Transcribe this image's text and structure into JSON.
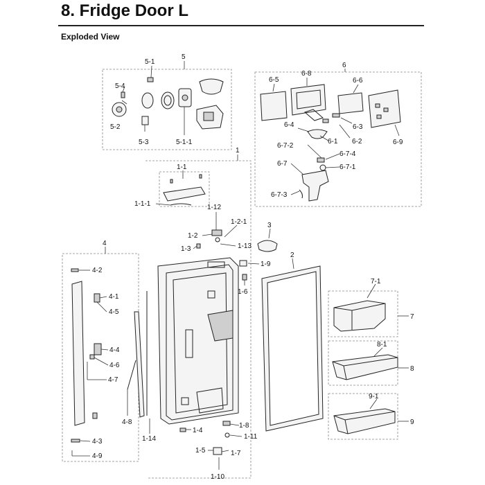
{
  "page": {
    "title": "8.  Fridge Door L",
    "subtitle": "Exploded View"
  },
  "labels": {
    "g5": "5",
    "g5_1": "5-1",
    "g5_4": "5-4",
    "g5_2": "5-2",
    "g5_3": "5-3",
    "g5_1_1": "5-1-1",
    "g6": "6",
    "g6_8": "6-8",
    "g6_5": "6-5",
    "g6_6": "6-6",
    "g6_3": "6-3",
    "g6_2": "6-2",
    "g6_9": "6-9",
    "g6_4": "6-4",
    "g6_1": "6-1",
    "g6_7_2": "6-7-2",
    "g6_7_4": "6-7-4",
    "g6_7": "6-7",
    "g6_7_1": "6-7-1",
    "g6_7_3": "6-7-3",
    "g1": "1",
    "g1_1": "1-1",
    "g1_1_1": "1-1-1",
    "g1_12": "1-12",
    "g1_2_1": "1-2-1",
    "g1_2": "1-2",
    "g1_3": "1-3",
    "g1_13": "1-13",
    "g3": "3",
    "g1_9": "1-9",
    "g1_6": "1-6",
    "g2": "2",
    "g4": "4",
    "g4_2": "4-2",
    "g4_1": "4-1",
    "g4_5": "4-5",
    "g4_4": "4-4",
    "g4_6": "4-6",
    "g4_7": "4-7",
    "g4_8": "4-8",
    "g4_3": "4-3",
    "g4_9": "4-9",
    "g1_14": "1-14",
    "g1_4": "1-4",
    "g1_8": "1-8",
    "g1_11": "1-11",
    "g1_5": "1-5",
    "g1_7": "1-7",
    "g1_10": "1-10",
    "g7": "7",
    "g7_1": "7-1",
    "g8": "8",
    "g8_1": "8-1",
    "g9": "9",
    "g9_1": "9-1"
  }
}
